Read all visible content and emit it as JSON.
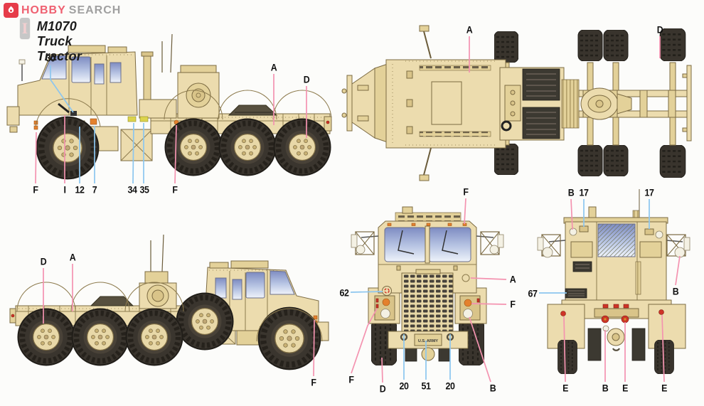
{
  "header": {
    "logo_primary": "HOBBY",
    "logo_secondary": "SEARCH",
    "kit_series_letter": "I",
    "title": "M1070 Truck Tractor"
  },
  "front_view": {
    "bumper_text": "U.S. ARMY"
  },
  "colors": {
    "body_tan": "#ecdcae",
    "leader_pink": "#f493b0",
    "leader_blue": "#8cc6ef",
    "logo_red": "#e63c49",
    "logo_gray": "#a0a0a0",
    "light_orange": "#e4812d",
    "light_red": "#cf3327",
    "tire_dark": "#39342d"
  },
  "callouts": [
    {
      "view": "left-side",
      "label": "30",
      "leader": "blue"
    },
    {
      "view": "left-side",
      "label": "F",
      "leader": "pink"
    },
    {
      "view": "left-side",
      "label": "I",
      "leader": "pink"
    },
    {
      "view": "left-side",
      "label": "12",
      "leader": "blue"
    },
    {
      "view": "left-side",
      "label": "7",
      "leader": "blue"
    },
    {
      "view": "left-side",
      "label": "34",
      "leader": "blue"
    },
    {
      "view": "left-side",
      "label": "35",
      "leader": "blue"
    },
    {
      "view": "left-side",
      "label": "F",
      "leader": "pink"
    },
    {
      "view": "left-side",
      "label": "A",
      "leader": "pink"
    },
    {
      "view": "left-side",
      "label": "D",
      "leader": "pink"
    },
    {
      "view": "top",
      "label": "A",
      "leader": "pink"
    },
    {
      "view": "top",
      "label": "D",
      "leader": "pink"
    },
    {
      "view": "right-side",
      "label": "D",
      "leader": "pink"
    },
    {
      "view": "right-side",
      "label": "A",
      "leader": "pink"
    },
    {
      "view": "right-side",
      "label": "F",
      "leader": "pink"
    },
    {
      "view": "front",
      "label": "F",
      "leader": "pink"
    },
    {
      "view": "front",
      "label": "62",
      "leader": "blue"
    },
    {
      "view": "front",
      "label": "A",
      "leader": "pink"
    },
    {
      "view": "front",
      "label": "F",
      "leader": "pink"
    },
    {
      "view": "front",
      "label": "F",
      "leader": "pink"
    },
    {
      "view": "front",
      "label": "D",
      "leader": "pink"
    },
    {
      "view": "front",
      "label": "20",
      "leader": "blue"
    },
    {
      "view": "front",
      "label": "51",
      "leader": "blue"
    },
    {
      "view": "front",
      "label": "20",
      "leader": "blue"
    },
    {
      "view": "front",
      "label": "B",
      "leader": "pink"
    },
    {
      "view": "rear",
      "label": "B",
      "leader": "pink"
    },
    {
      "view": "rear",
      "label": "17",
      "leader": "blue"
    },
    {
      "view": "rear",
      "label": "17",
      "leader": "blue"
    },
    {
      "view": "rear",
      "label": "B",
      "leader": "pink"
    },
    {
      "view": "rear",
      "label": "67",
      "leader": "blue"
    },
    {
      "view": "rear",
      "label": "E",
      "leader": "pink"
    },
    {
      "view": "rear",
      "label": "B",
      "leader": "pink"
    },
    {
      "view": "rear",
      "label": "E",
      "leader": "pink"
    },
    {
      "view": "rear",
      "label": "E",
      "leader": "pink"
    }
  ]
}
